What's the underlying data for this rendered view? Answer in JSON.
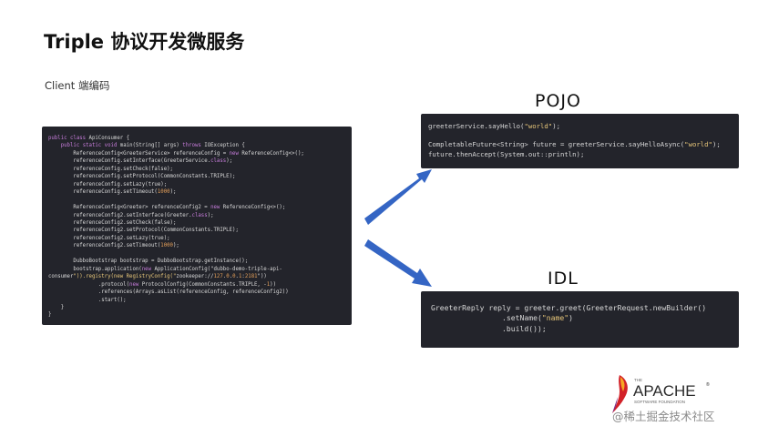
{
  "slide": {
    "title": "Triple 协议开发微服务",
    "subtitle": "Client 端编码",
    "pojo_label": "POJO",
    "idl_label": "IDL",
    "watermark": "@稀土掘金技术社区"
  },
  "logo": {
    "the": "THE",
    "name": "APACHE",
    "tagline": "SOFTWARE FOUNDATION",
    "trademark": "®"
  },
  "code": {
    "client": [
      "public class ApiConsumer {",
      "    public static void main(String[] args) throws IOException {",
      "        ReferenceConfig<GreeterService> referenceConfig = new ReferenceConfig<>();",
      "        referenceConfig.setInterface(GreeterService.class);",
      "        referenceConfig.setCheck(false);",
      "        referenceConfig.setProtocol(CommonConstants.TRIPLE);",
      "        referenceConfig.setLazy(true);",
      "        referenceConfig.setTimeout(1000);",
      "",
      "        ReferenceConfig<Greeter> referenceConfig2 = new ReferenceConfig<>();",
      "        referenceConfig2.setInterface(Greeter.class);",
      "        referenceConfig2.setCheck(false);",
      "        referenceConfig2.setProtocol(CommonConstants.TRIPLE);",
      "        referenceConfig2.setLazy(true);",
      "        referenceConfig2.setTimeout(1000);",
      "",
      "        DubboBootstrap bootstrap = DubboBootstrap.getInstance();",
      "        bootstrap.application(new ApplicationConfig(\"dubbo-demo-triple-api-",
      "consumer\")).registry(new RegistryConfig(\"zookeeper://127.0.0.1:2181\"))",
      "                .protocol(new ProtocolConfig(CommonConstants.TRIPLE, -1))",
      "                .references(Arrays.asList(referenceConfig, referenceConfig2))",
      "                .start();",
      "    }",
      "}"
    ],
    "pojo": [
      "greeterService.sayHello(\"world\");",
      "",
      "CompletableFuture<String> future = greeterService.sayHelloAsync(\"world\");",
      "future.thenAccept(System.out::println);"
    ],
    "idl": [
      "GreeterReply reply = greeter.greet(GreeterRequest.newBuilder()",
      "                .setName(\"name\")",
      "                .build());"
    ]
  }
}
